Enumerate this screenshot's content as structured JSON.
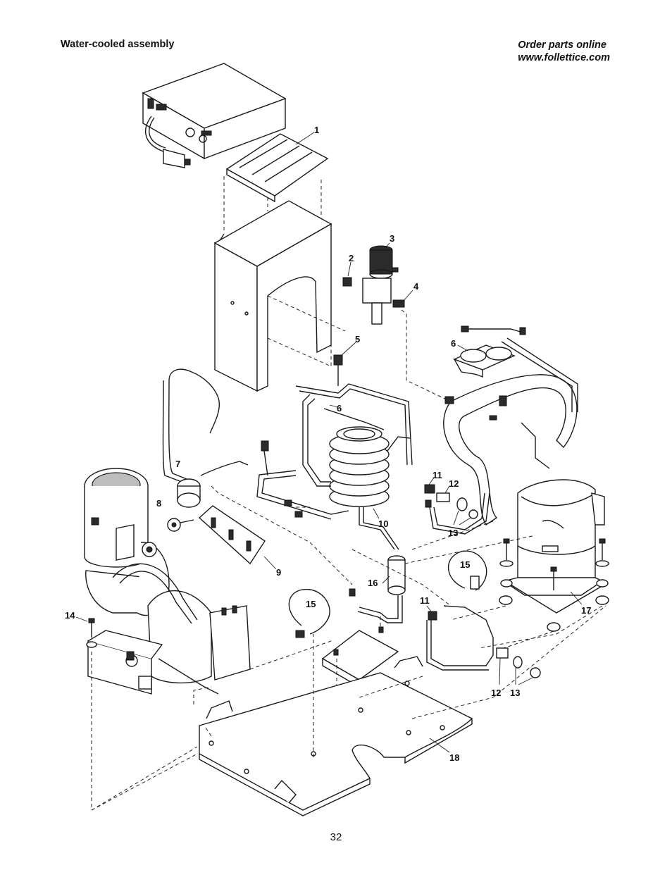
{
  "header": {
    "title": "Water-cooled assembly",
    "order_line1": "Order parts online",
    "order_line2": "www.follettice.com"
  },
  "callouts": {
    "c1": "1",
    "c2": "2",
    "c3": "3",
    "c4": "4",
    "c5": "5",
    "c6a": "6",
    "c6b": "6",
    "c7": "7",
    "c8": "8",
    "c9": "9",
    "c10": "10",
    "c11a": "11",
    "c11b": "11",
    "c12a": "12",
    "c12b": "12",
    "c13a": "13",
    "c13b": "13",
    "c14": "14",
    "c15a": "15",
    "c15b": "15",
    "c16": "16",
    "c17": "17",
    "c18": "18"
  },
  "footer": {
    "page_number": "32"
  }
}
